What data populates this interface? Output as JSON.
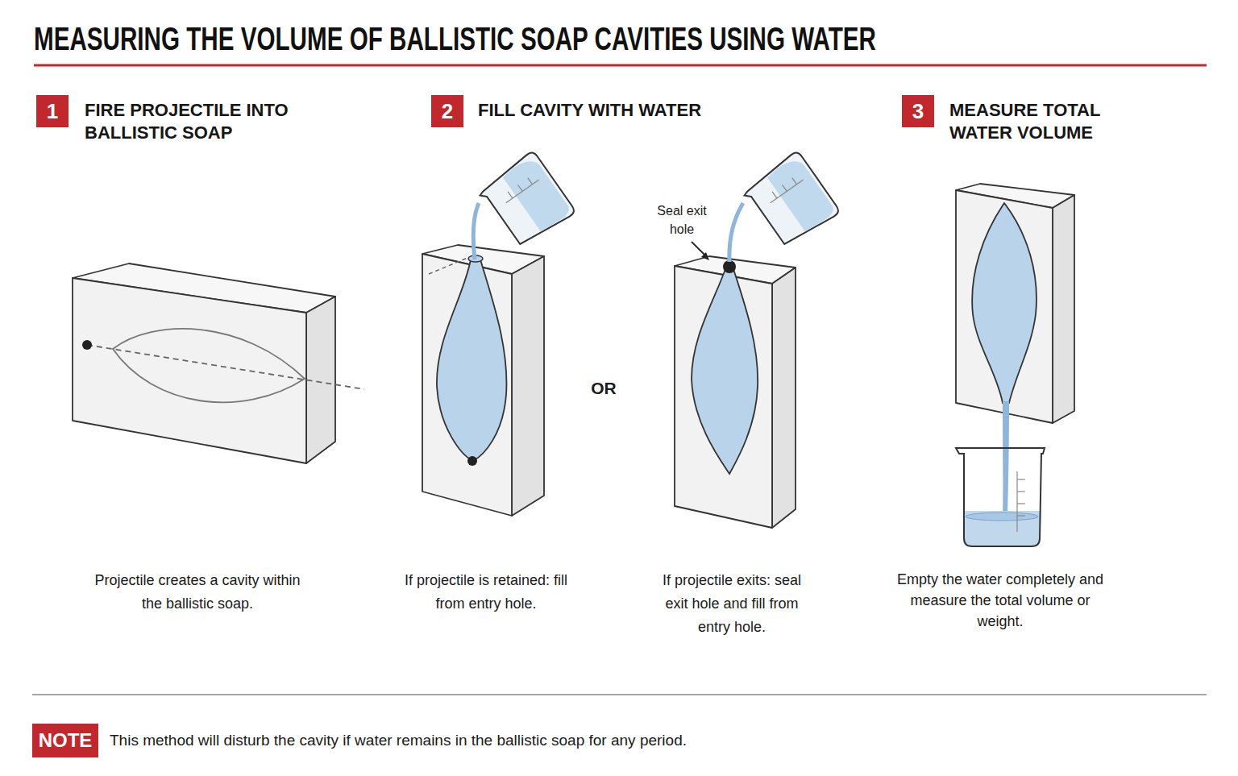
{
  "diagram": {
    "title": "MEASURING THE VOLUME OF BALLISTIC SOAP CAVITIES USING WATER",
    "nodes": [
      {
        "text": [
          "1",
          "FIRE PROJECTILE INTO BALLISTIC SOAP"
        ]
      },
      {
        "text": [
          "2",
          "FILL CAVITY WITH WATER"
        ]
      },
      {
        "text": [
          "3",
          "MEASURE TOTAL WATER VOLUME"
        ]
      },
      {
        "text": [
          "NOTE",
          "This method will disturb the cavity if water remains in the ballistic soap for any period."
        ]
      }
    ],
    "labels": [
      "Seal exit hole",
      "OR",
      "Projectile creates a cavity within the ballistic soap.",
      "If projectile is retained: fill from entry hole.",
      "If projectile exits: seal exit hole and fill from entry hole.",
      "Empty the water completely and measure the total volume or weight."
    ]
  }
}
